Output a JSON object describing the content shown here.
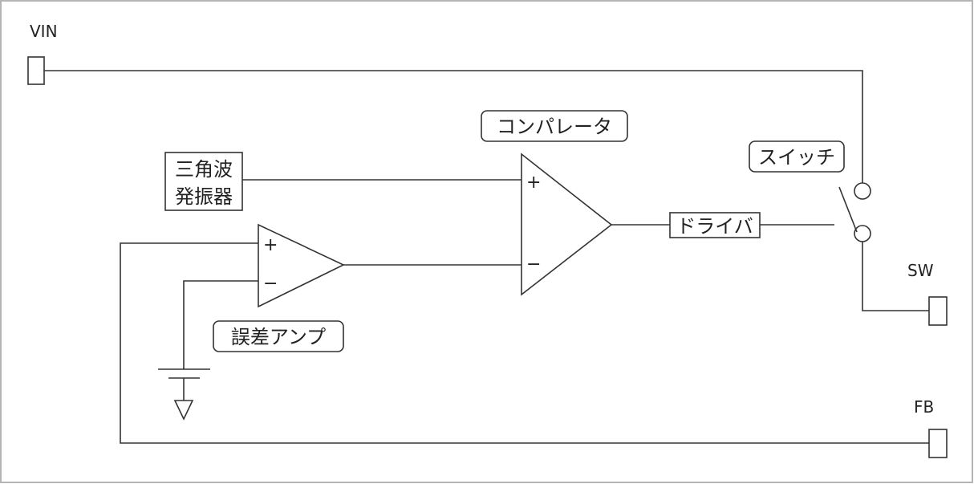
{
  "pins": {
    "vin": "VIN",
    "sw": "SW",
    "fb": "FB"
  },
  "blocks": {
    "oscillator_line1": "三角波",
    "oscillator_line2": "発振器",
    "comparator": "コンパレータ",
    "switch": "スイッチ",
    "driver": "ドライバ",
    "error_amp": "誤差アンプ"
  },
  "signs": {
    "plus": "+",
    "minus": "−"
  }
}
